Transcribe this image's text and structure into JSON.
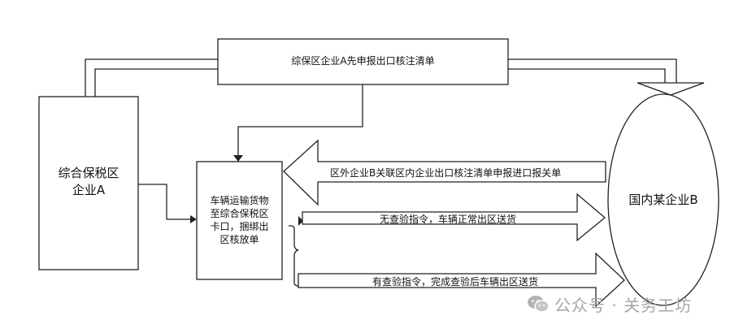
{
  "nodes": {
    "enterprise_a": "综合保税区\n企业A",
    "declare_box": "综保区企业A先申报出口核注清单",
    "vehicle_box": "车辆运输货物\n至综合保税区\n卡口，捆绑出\n区核放单",
    "enterprise_b": "国内某企业B"
  },
  "arrows": {
    "b_declare": "区外企业B关联区内企业出口核注清单申报进口报关单",
    "no_inspection": "无查验指令，车辆正常出区送货",
    "with_inspection": "有查验指令，完成查验后车辆出区送货"
  },
  "watermark": {
    "text": "公众号 · 关务工坊",
    "icon": "wechat-icon"
  }
}
